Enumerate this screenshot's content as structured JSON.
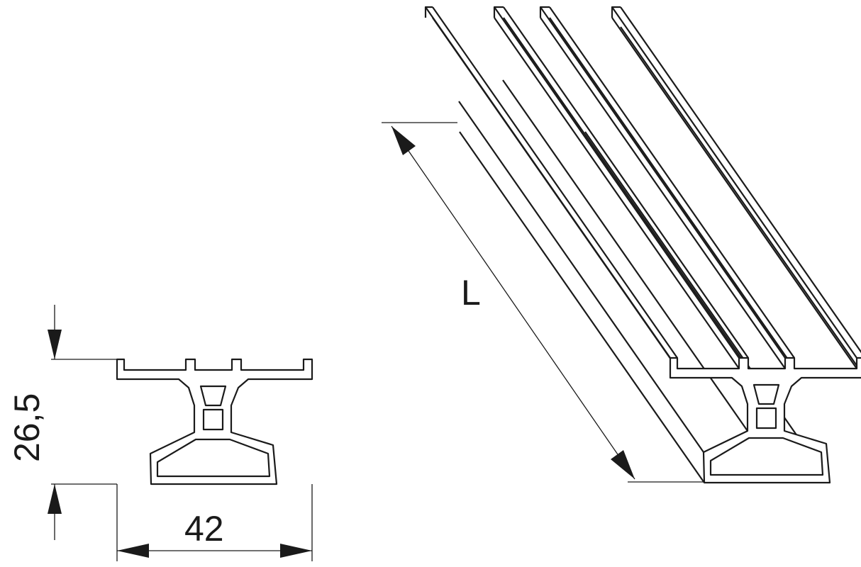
{
  "drawing": {
    "height_dimension": "26,5",
    "width_dimension": "42",
    "length_dimension": "L"
  }
}
